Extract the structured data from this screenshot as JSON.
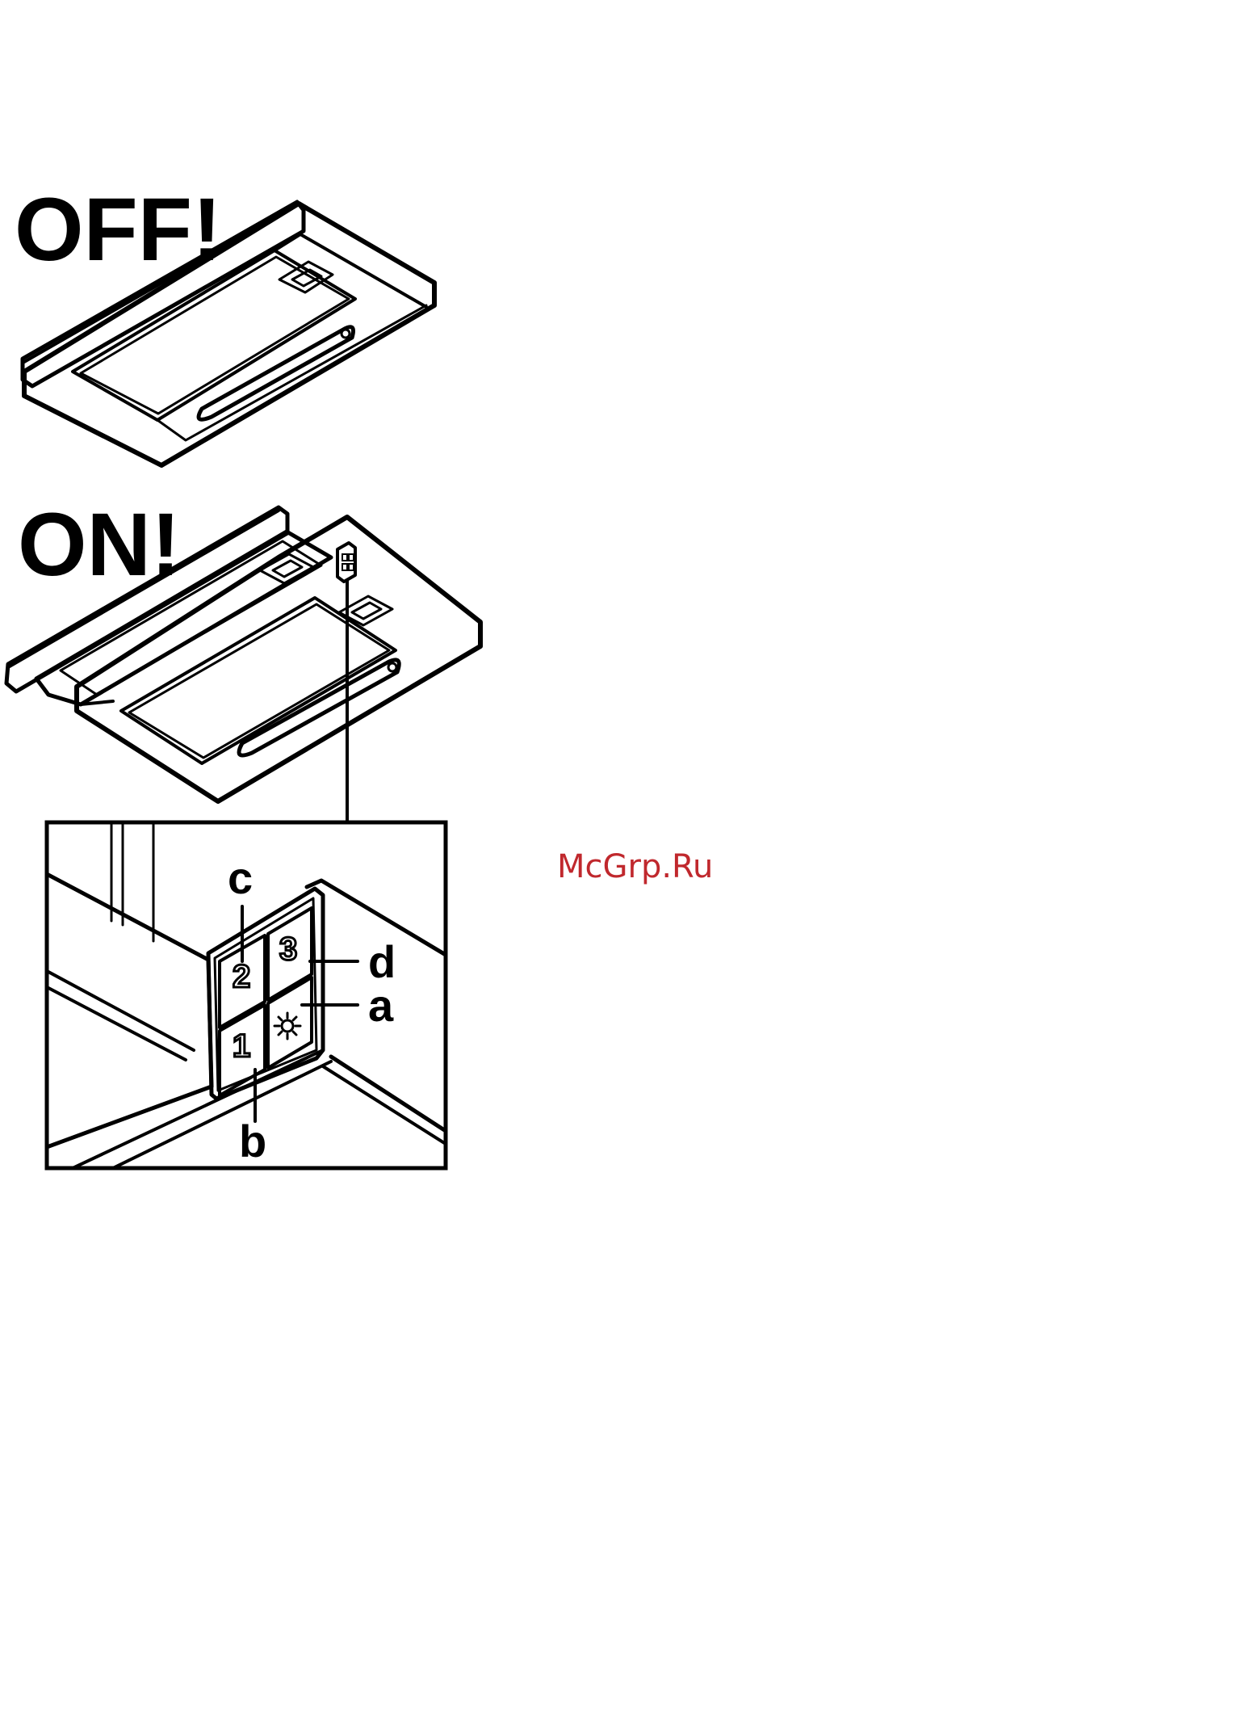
{
  "labels": {
    "off": "OFF!",
    "on": "ON!"
  },
  "callouts": {
    "a": "a",
    "b": "b",
    "c": "c",
    "d": "d"
  },
  "buttons": {
    "level1": "1",
    "level2": "2",
    "level3": "3",
    "light_icon": "light-icon"
  },
  "watermark": "McGrp.Ru",
  "colors": {
    "line": "#000000",
    "trim": "#d9d9d9",
    "watermark": "#c0282d"
  }
}
